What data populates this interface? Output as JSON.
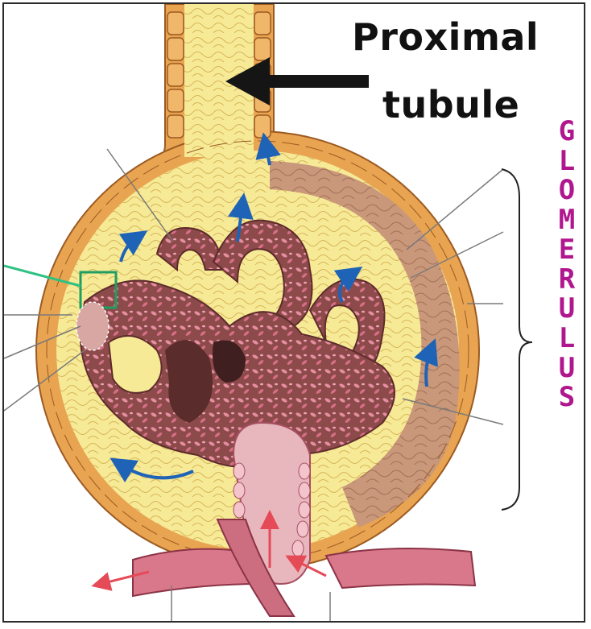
{
  "labels": {
    "proximal_line1": "Proximal",
    "proximal_line2": "tubule",
    "glomerulus_letters": [
      "G",
      "L",
      "O",
      "M",
      "E",
      "R",
      "U",
      "L",
      "U",
      "S"
    ]
  },
  "colors": {
    "capsule_outer": "#e8a451",
    "capsule_space": "#f7ea97",
    "capsule_inner_brown": "#c9987a",
    "capillary_tuft": "#8c4a4a",
    "capillary_pink": "#e58ea0",
    "arteriole": "#d9788a",
    "blue_arrow": "#1f63b6",
    "red_arrow": "#e54a57",
    "highlight_box": "#1e9e62",
    "pointer_line": "#2dc282",
    "glomerulus_text": "#b0178f",
    "frame": "#2b2b2b"
  },
  "icons": {
    "pointer_arrow": "black-arrow-left-icon",
    "bracket": "curly-brace-icon"
  }
}
